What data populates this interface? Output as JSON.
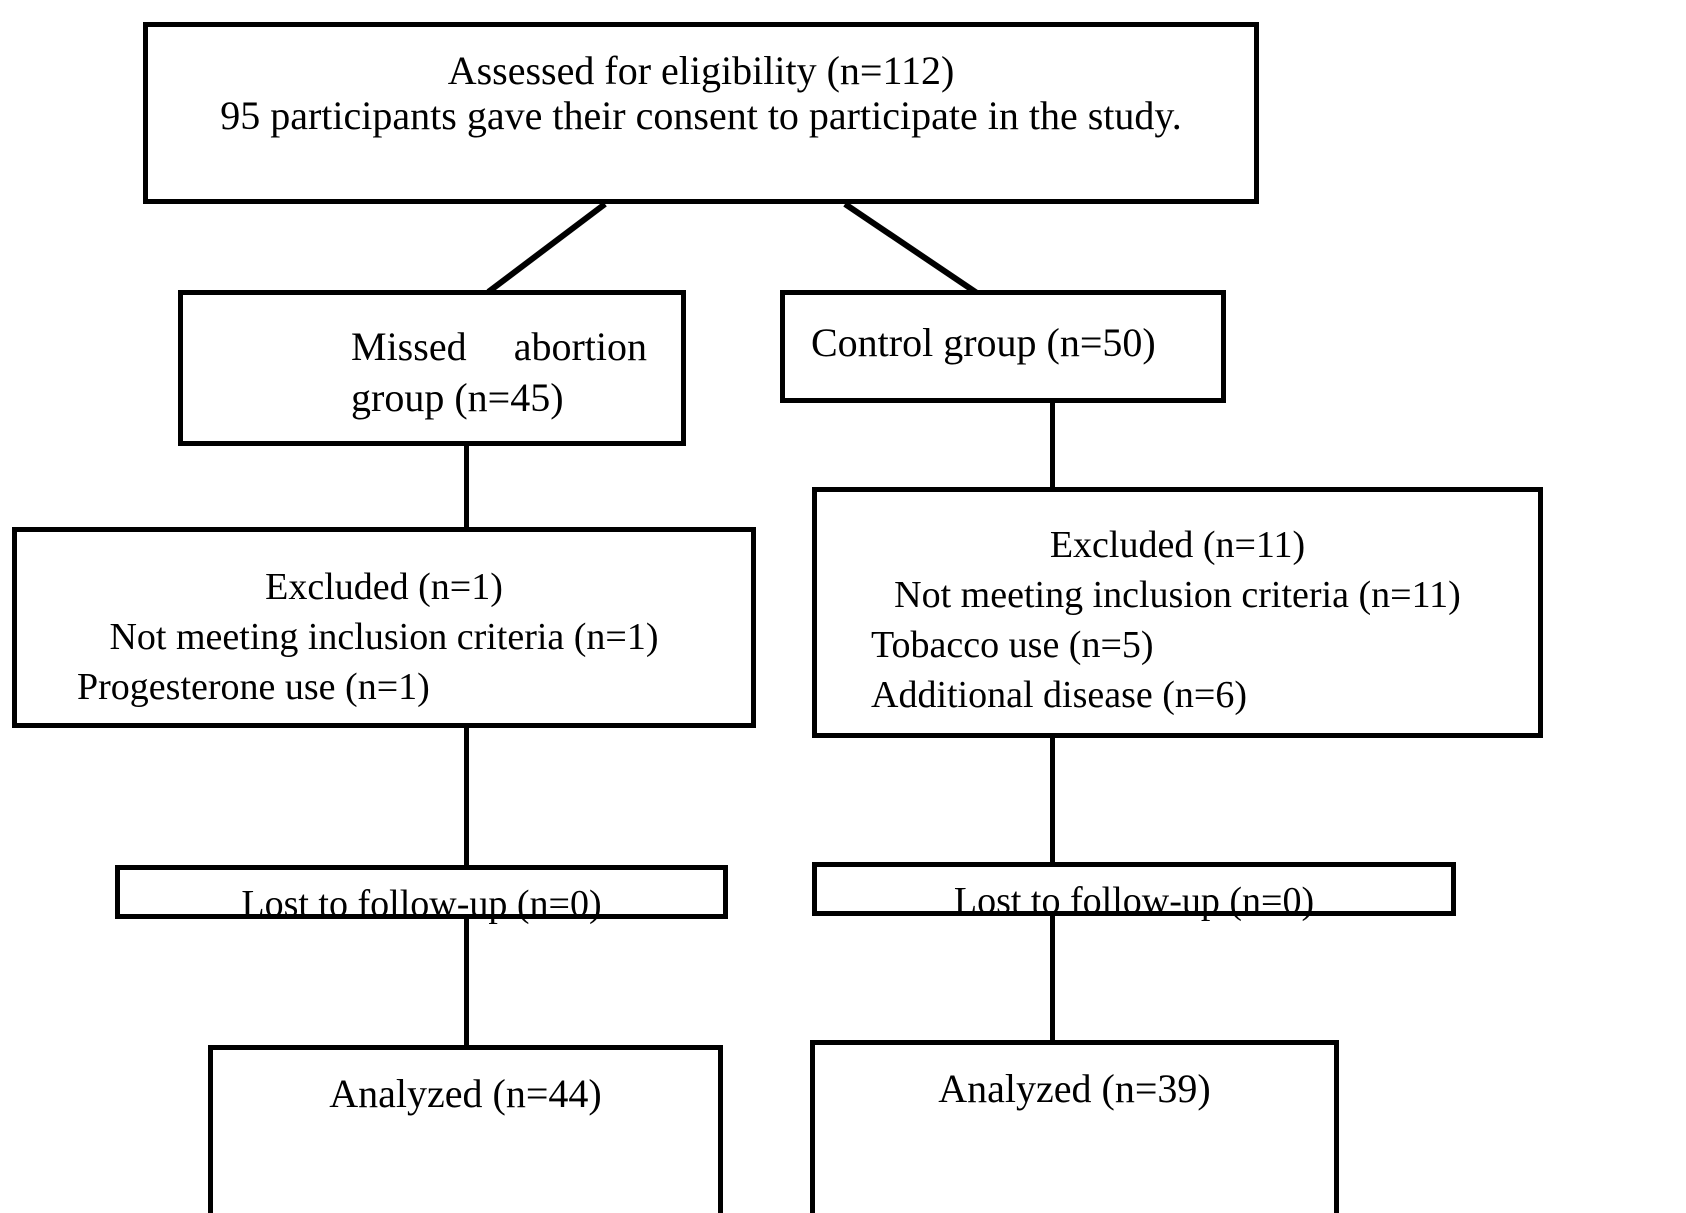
{
  "diagram": {
    "type": "consort-flow-diagram",
    "title": "Study participant flow",
    "stroke_color": "#000000",
    "background_color": "#ffffff",
    "nodes": {
      "assessed": {
        "name": "assessed-for-eligibility",
        "lines": [
          "Assessed for eligibility (n=112)",
          "95 participants gave their consent to participate in the study."
        ]
      },
      "missed_group": {
        "name": "missed-abortion-group",
        "line1_left": "Missed",
        "line1_right": "abortion",
        "line2": "group (n=45)"
      },
      "control_group": {
        "name": "control-group",
        "line1": "Control group (n=50)"
      },
      "excluded_left": {
        "name": "excluded-missed-abortion",
        "lines": [
          "Excluded (n=1)",
          "Not meeting inclusion criteria (n=1)",
          "Progesterone use (n=1)"
        ]
      },
      "excluded_right": {
        "name": "excluded-control",
        "lines": [
          "Excluded (n=11)",
          "Not meeting inclusion criteria (n=11)",
          "Tobacco use (n=5)",
          "Additional disease (n=6)"
        ]
      },
      "lost_left": {
        "name": "lost-to-follow-up-missed-abortion",
        "line1": "Lost to follow-up (n=0)"
      },
      "lost_right": {
        "name": "lost-to-follow-up-control",
        "line1": "Lost to follow-up (n=0)"
      },
      "analyzed_left": {
        "name": "analyzed-missed-abortion",
        "line1": "Analyzed (n=44)"
      },
      "analyzed_right": {
        "name": "analyzed-control",
        "line1": "Analyzed (n=39)"
      }
    },
    "counts": {
      "assessed_for_eligibility": 112,
      "consented": 95,
      "missed_abortion_group": 45,
      "control_group": 50,
      "excluded_missed_abortion": 1,
      "excluded_missed_not_meeting_criteria": 1,
      "excluded_missed_progesterone_use": 1,
      "excluded_control": 11,
      "excluded_control_not_meeting_criteria": 11,
      "excluded_control_tobacco_use": 5,
      "excluded_control_additional_disease": 6,
      "lost_missed_abortion": 0,
      "lost_control": 0,
      "analyzed_missed_abortion": 44,
      "analyzed_control": 39
    }
  }
}
